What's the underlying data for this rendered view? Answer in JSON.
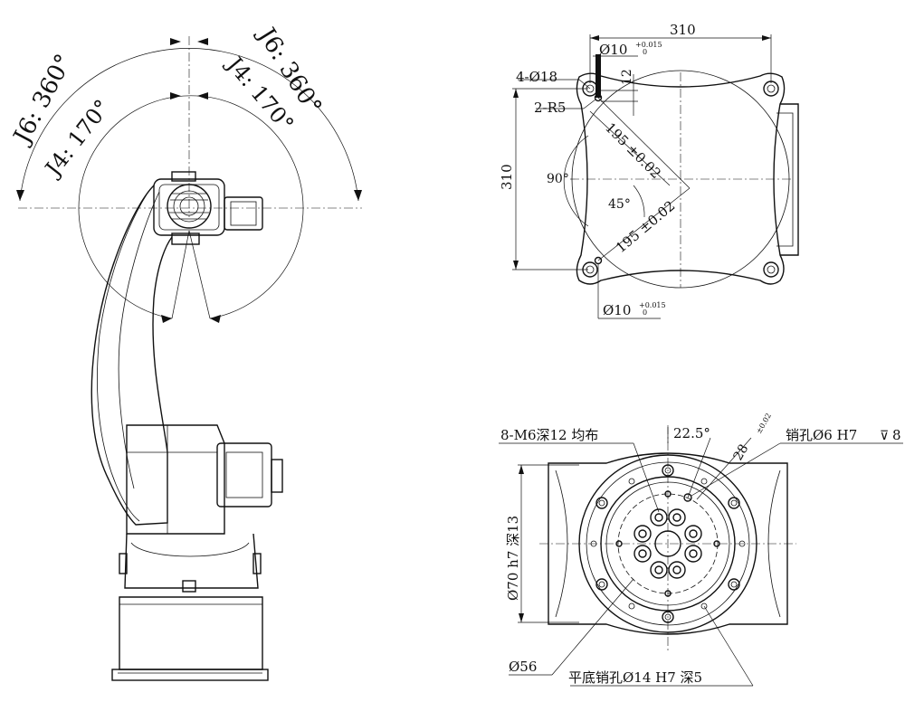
{
  "left_view": {
    "j6_left": "J6: 360°",
    "j6_right": "J6: 360°",
    "j4_left": "J4: 170°",
    "j4_right": "J4: 170°"
  },
  "top_view": {
    "width_dim": "310",
    "height_dim": "310",
    "hole_4": "4-Ø18",
    "radius_2": "2-R5",
    "pin_top": "Ø10",
    "pin_top_tol": "+0.015",
    "pin_top_tol2": "0",
    "depth_12": "12",
    "diag_1": "195 ±0.02",
    "diag_2": "195 ±0.02",
    "angle_90": "90°",
    "angle_45": "45°",
    "pin_bottom": "Ø10",
    "pin_bottom_tol": "+0.015",
    "pin_bottom_tol2": "0"
  },
  "flange_view": {
    "m6": "8-M6深12 均布",
    "angle": "22.5°",
    "dim_28": "28",
    "dim_28_tol": "±0.02",
    "pin_hole": "销孔Ø6 H7",
    "pin_depth": "8",
    "bore": "Ø70 h7 深13",
    "d56": "Ø56",
    "flat_pin": "平底销孔Ø14 H7 深5"
  }
}
